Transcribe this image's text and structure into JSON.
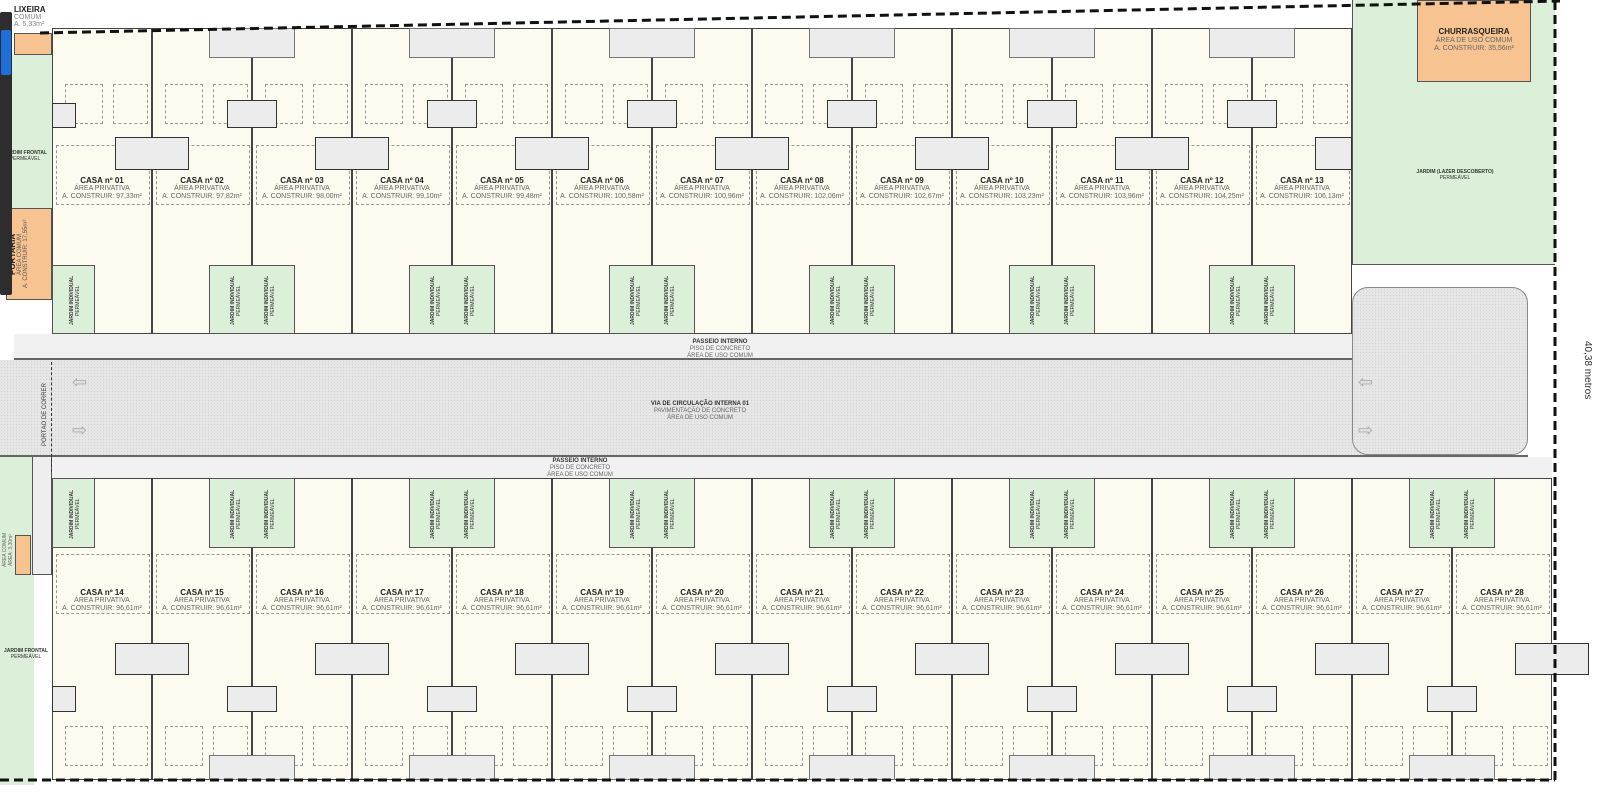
{
  "top_houses": [
    {
      "name": "CASA nº 01",
      "area": "A. CONSTRUIR: 97,33m²"
    },
    {
      "name": "CASA nº 02",
      "area": "A. CONSTRUIR: 97,82m²"
    },
    {
      "name": "CASA nº 03",
      "area": "A. CONSTRUIR: 98,00m²"
    },
    {
      "name": "CASA nº 04",
      "area": "A. CONSTRUIR: 99,10m²"
    },
    {
      "name": "CASA nº 05",
      "area": "A. CONSTRUIR: 99,48m²"
    },
    {
      "name": "CASA nº 06",
      "area": "A. CONSTRUIR: 100,58m²"
    },
    {
      "name": "CASA nº 07",
      "area": "A. CONSTRUIR: 100,96m²"
    },
    {
      "name": "CASA nº 08",
      "area": "A. CONSTRUIR: 102,06m²"
    },
    {
      "name": "CASA nº 09",
      "area": "A. CONSTRUIR: 102,67m²"
    },
    {
      "name": "CASA nº 10",
      "area": "A. CONSTRUIR: 103,23m²"
    },
    {
      "name": "CASA nº 11",
      "area": "A. CONSTRUIR: 103,96m²"
    },
    {
      "name": "CASA nº 12",
      "area": "A. CONSTRUIR: 104,25m²"
    },
    {
      "name": "CASA nº 13",
      "area": "A. CONSTRUIR: 106,13m²"
    }
  ],
  "bottom_houses": [
    {
      "name": "CASA nº 14",
      "area": "A. CONSTRUIR: 96,61m²"
    },
    {
      "name": "CASA nº 15",
      "area": "A. CONSTRUIR: 96,61m²"
    },
    {
      "name": "CASA nº 16",
      "area": "A. CONSTRUIR: 96,61m²"
    },
    {
      "name": "CASA nº 17",
      "area": "A. CONSTRUIR: 96,61m²"
    },
    {
      "name": "CASA nº 18",
      "area": "A. CONSTRUIR: 96,61m²"
    },
    {
      "name": "CASA nº 19",
      "area": "A. CONSTRUIR: 96,61m²"
    },
    {
      "name": "CASA nº 20",
      "area": "A. CONSTRUIR: 96,61m²"
    },
    {
      "name": "CASA nº 21",
      "area": "A. CONSTRUIR: 96,61m²"
    },
    {
      "name": "CASA nº 22",
      "area": "A. CONSTRUIR: 96,61m²"
    },
    {
      "name": "CASA nº 23",
      "area": "A. CONSTRUIR: 96,61m²"
    },
    {
      "name": "CASA nº 24",
      "area": "A. CONSTRUIR: 96,61m²"
    },
    {
      "name": "CASA nº 25",
      "area": "A. CONSTRUIR: 96,61m²"
    },
    {
      "name": "CASA nº 26",
      "area": "A. CONSTRUIR: 96,61m²"
    },
    {
      "name": "CASA nº 27",
      "area": "A. CONSTRUIR: 96,61m²"
    },
    {
      "name": "CASA nº 28",
      "area": "A. CONSTRUIR: 96,61m²"
    }
  ],
  "house_subtitle": "ÁREA PRIVATIVA",
  "garden_label": "JARDIM INDIVIDUAL",
  "garden_sub": "PERMEÁVEL",
  "lixeira": {
    "title": "LIXEIRA",
    "line1": "COMUM",
    "line2": "A. 5,33m²"
  },
  "portaria": {
    "title": "PORTARIA",
    "line1": "ÁREA COMUM",
    "line2": "A. CONSTRUIR: 17,55m²"
  },
  "jardim_frontal": {
    "title": "JARDIM FRONTAL",
    "sub": "PERMEÁVEL"
  },
  "area_comum_small": {
    "line1": "ÁREA COMUM",
    "line2": "ÁREA: 3,30m²"
  },
  "churrasqueira": {
    "title": "CHURRASQUEIRA",
    "line1": "ÁREA DE USO COMUM",
    "line2": "A. CONSTRUIR: 35,56m²"
  },
  "jardim_lazer": {
    "title": "JARDIM (LAZER DESCOBERTO)",
    "sub": "PERMEÁVEL"
  },
  "passeio": {
    "title": "PASSEIO INTERNO",
    "line1": "PISO DE CONCRETO",
    "line2": "ÁREA DE USO COMUM"
  },
  "via": {
    "title": "VIA DE CIRCULAÇÃO INTERNA 01",
    "line1": "PAVIMENTAÇÃO DE CONCRETO",
    "line2": "ÁREA DE USO COMUM"
  },
  "portao": "PORTÃO DE CORRER",
  "dimension": "40,38 metros",
  "colors": {
    "house": "#fdfaf0",
    "garden": "#dcefd9",
    "common": "#f7c391",
    "road": "#e6e6e6"
  }
}
